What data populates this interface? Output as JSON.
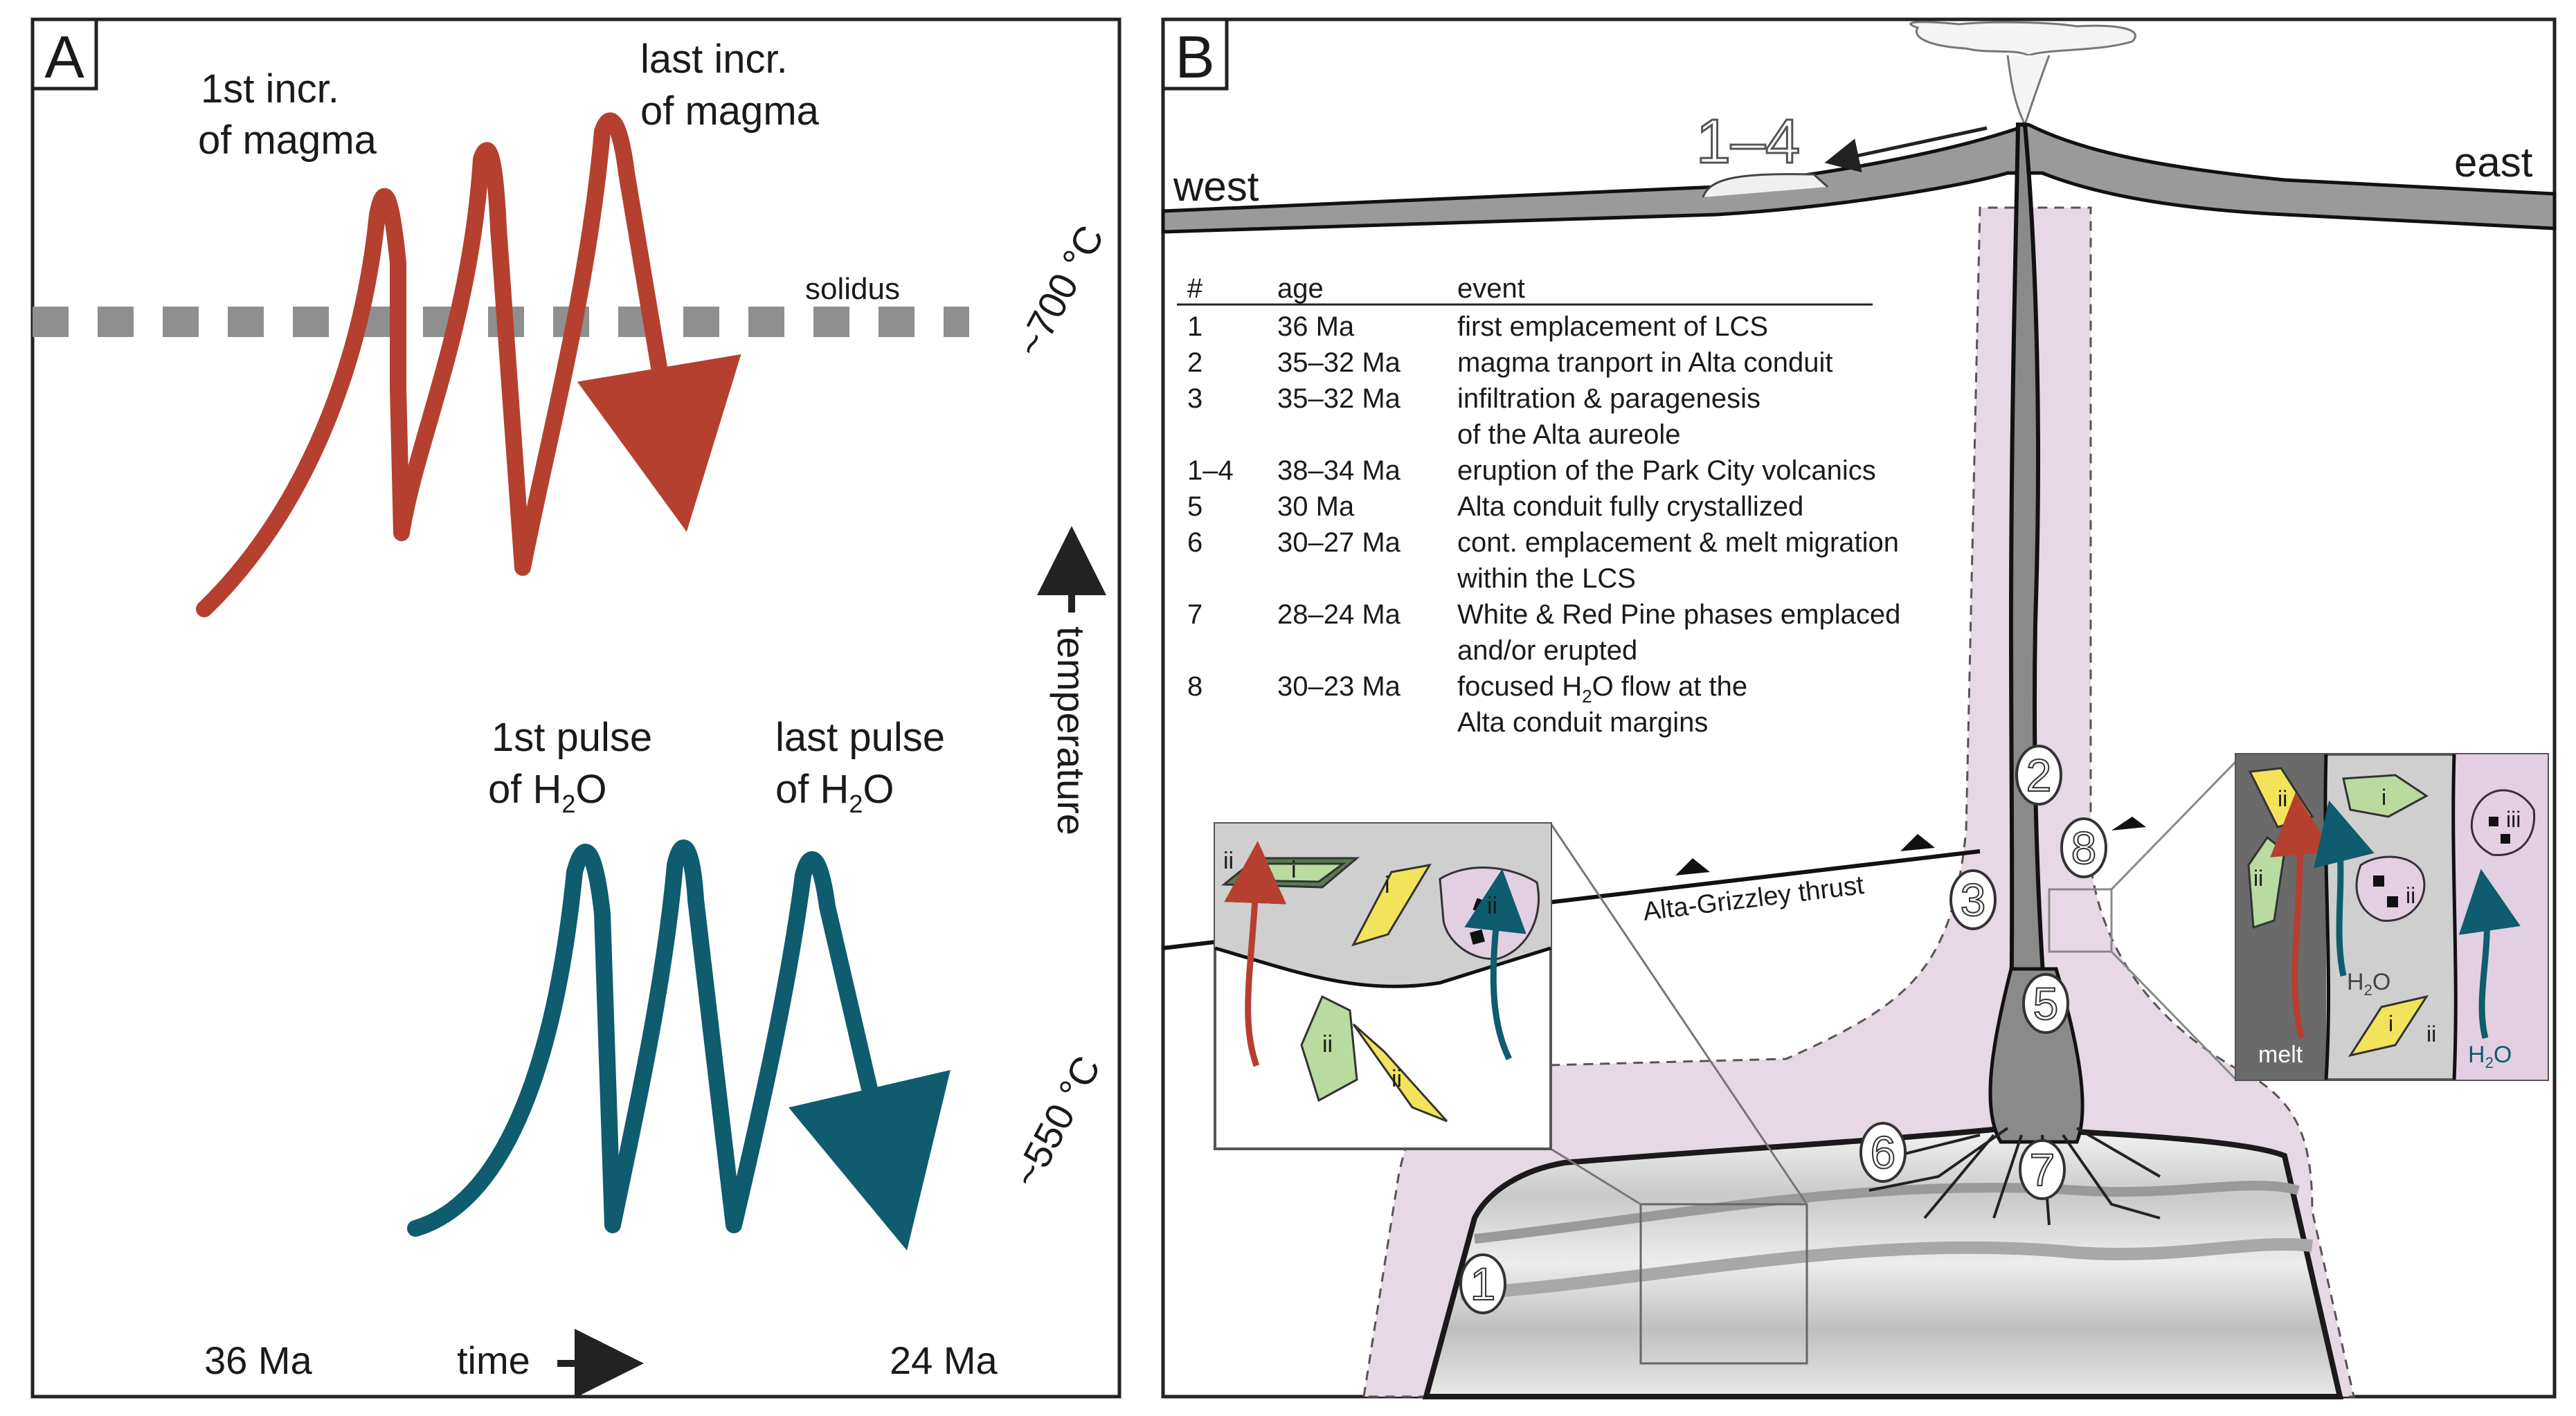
{
  "panel_a": {
    "letter": "A",
    "magma_first": [
      "1st incr.",
      "of magma"
    ],
    "magma_last": [
      "last incr.",
      "of magma"
    ],
    "solidus": "solidus",
    "temp_high": "~700 °C",
    "temp_low": "~550 °C",
    "temperature_axis": "temperature",
    "h2o_first": [
      "1st pulse",
      "of H",
      "2",
      "O"
    ],
    "h2o_last": [
      "last pulse",
      "of H",
      "2",
      "O"
    ],
    "time_start": "36 Ma",
    "time_label": "time",
    "time_end": "24 Ma",
    "colors": {
      "magma": "#b5402f",
      "water": "#0e5c6e",
      "solidus": "#8f8f8f"
    }
  },
  "panel_b": {
    "letter": "B",
    "west": "west",
    "east": "east",
    "eruption_label": "1–4",
    "thrust_label": "Alta-Grizzley thrust",
    "table_headers": [
      "#",
      "age",
      "event"
    ],
    "events": [
      {
        "num": "1",
        "age": "36 Ma",
        "event": "first emplacement of LCS"
      },
      {
        "num": "2",
        "age": "35–32 Ma",
        "event": "magma tranport in Alta conduit"
      },
      {
        "num": "3",
        "age": "35–32 Ma",
        "event": "infiltration & paragenesis",
        "event2": "of the Alta aureole"
      },
      {
        "num": "1–4",
        "age": "38–34 Ma",
        "event": "eruption of the Park City volcanics"
      },
      {
        "num": "5",
        "age": "30 Ma",
        "event": "Alta conduit fully crystallized"
      },
      {
        "num": "6",
        "age": "30–27 Ma",
        "event": "cont. emplacement & melt migration",
        "event2": "within the LCS"
      },
      {
        "num": "7",
        "age": "28–24 Ma",
        "event": "White & Red Pine phases emplaced",
        "event2": "and/or erupted"
      },
      {
        "num": "8",
        "age": "30–23 Ma",
        "event": "focused H",
        "event_sub": "2",
        "event_after": "O flow at the",
        "event2": "Alta conduit margins"
      }
    ],
    "markers": [
      "1",
      "2",
      "3",
      "5",
      "6",
      "7",
      "8"
    ],
    "inset_left_labels": {
      "ii_a": "ii",
      "i_a": "i",
      "i_b": "i",
      "ii_b": "ii",
      "ii_c": "ii",
      "ii_d": "ii"
    },
    "inset_right_labels": {
      "ii_a": "ii",
      "i_a": "i",
      "ii_b": "ii",
      "i_b": "i",
      "ii_c": "ii",
      "i_c": "i",
      "ii_d": "ii",
      "iii": "iii",
      "h2o_mid": [
        "H",
        "2",
        "O"
      ],
      "melt": "melt",
      "h2o_right": [
        "H",
        "2",
        "O"
      ]
    },
    "colors": {
      "aureole": "#e6d8e4",
      "crust": "#bdbdbd",
      "conduit": "#8a8a8a",
      "green_mineral": "#b9dba0",
      "yellow_mineral": "#f2e35a",
      "pink_mineral": "#e3cfe2"
    }
  }
}
